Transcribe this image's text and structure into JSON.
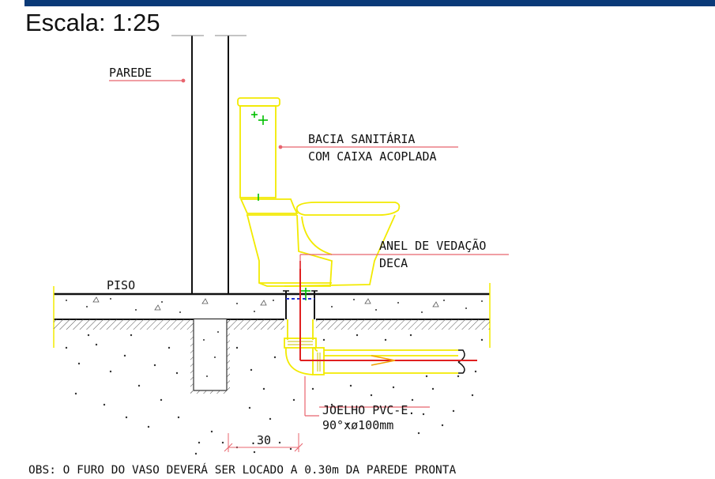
{
  "header": {
    "scale_label": "Escala: 1:25"
  },
  "labels": {
    "wall": "PAREDE",
    "toilet_line1": "BACIA SANITÁRIA",
    "toilet_line2": "COM CAIXA ACOPLADA",
    "ring_line1": "ANEL DE VEDAÇÃO",
    "ring_line2": "DECA",
    "floor": "PISO",
    "elbow_line1": "JOELHO PVC-E.",
    "elbow_line2": "90°xø100mm",
    "dimension": ".30"
  },
  "note": "OBS: O FURO DO VASO DEVERÁ SER LOCADO A 0.30m DA PAREDE PRONTA",
  "colors": {
    "fixture": "#f2ea00",
    "leader": "#e8646e",
    "pipe_axis": "#e02020",
    "marker": "#00c000",
    "center_mark": "#2030d0",
    "header_bar": "#0a3a78"
  }
}
